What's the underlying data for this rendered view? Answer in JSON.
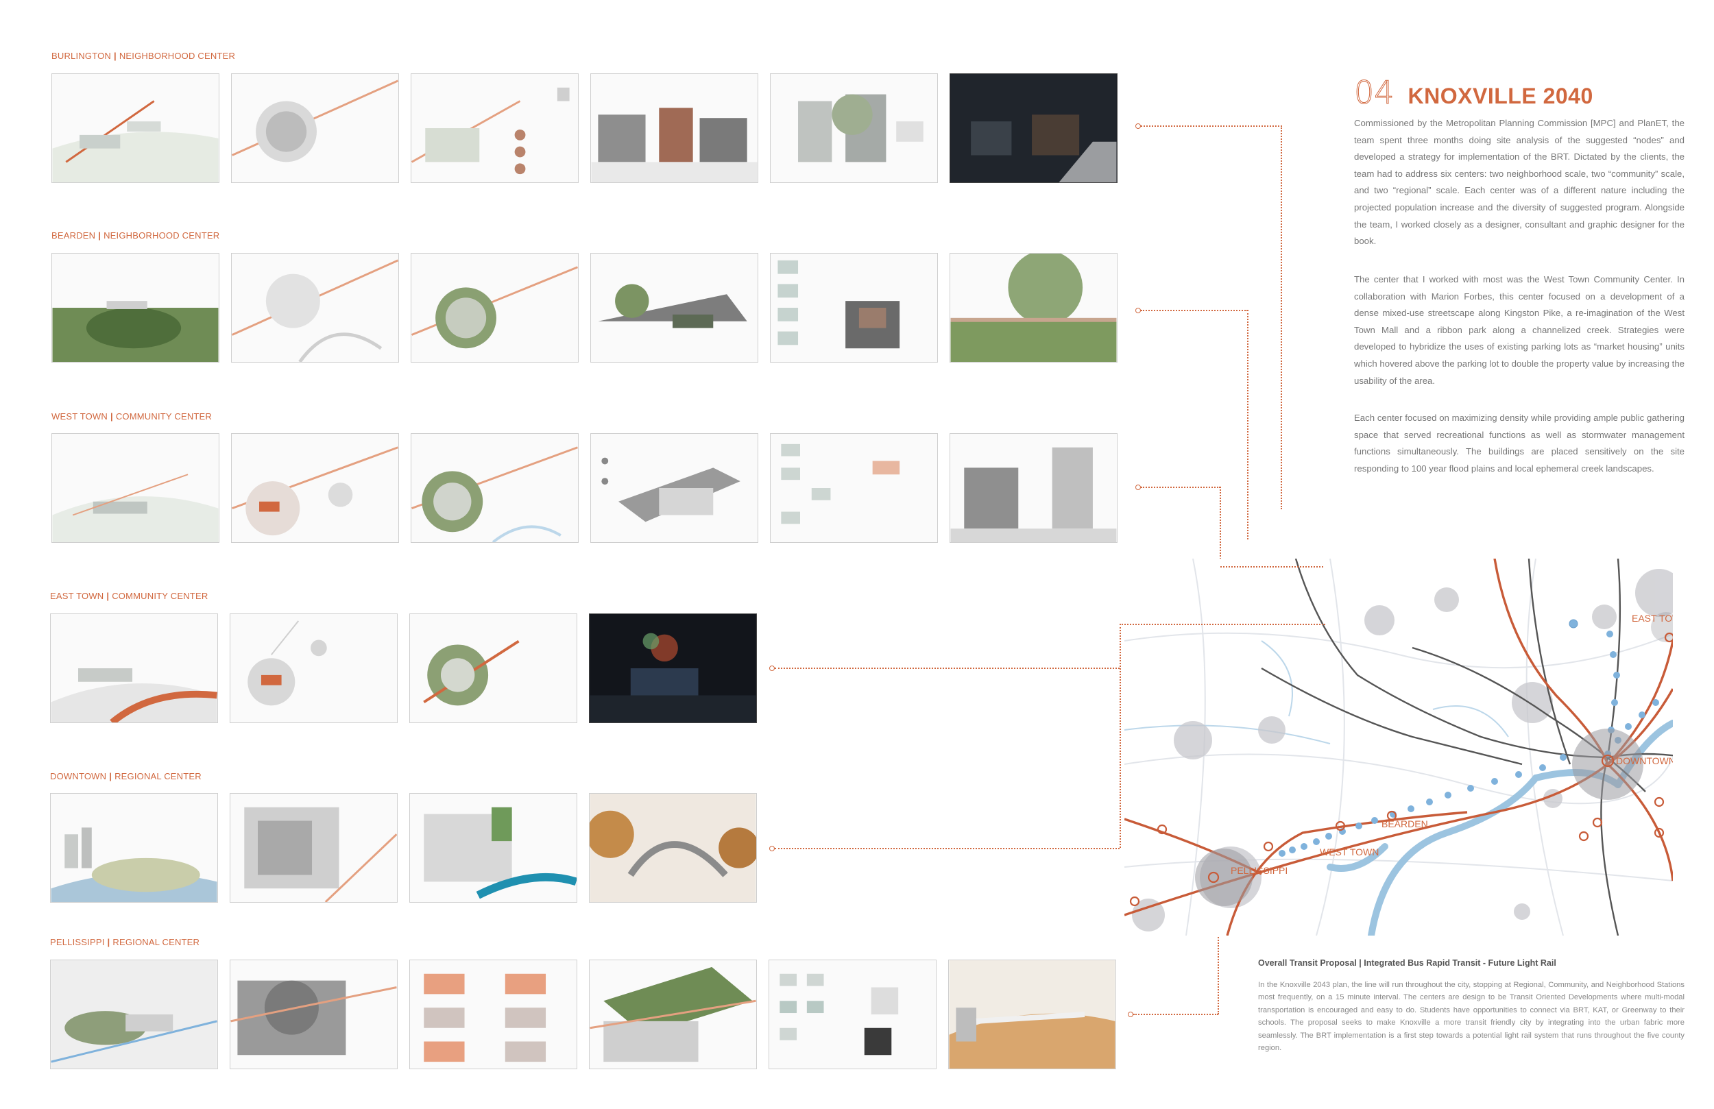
{
  "rows": [
    {
      "name": "BURLINGTON",
      "sep": "|",
      "center": "NEIGHBORHOOD CENTER"
    },
    {
      "name": "BEARDEN",
      "sep": "|",
      "center": "NEIGHBORHOOD CENTER"
    },
    {
      "name": "WEST TOWN",
      "sep": "|",
      "center": "COMMUNITY CENTER"
    },
    {
      "name": "EAST TOWN",
      "sep": "|",
      "center": "COMMUNITY CENTER"
    },
    {
      "name": "DOWNTOWN",
      "sep": "|",
      "center": "REGIONAL CENTER"
    },
    {
      "name": "PELLISSIPPI",
      "sep": "|",
      "center": "REGIONAL CENTER"
    }
  ],
  "title": {
    "number": "04",
    "text": "KNOXVILLE 2040"
  },
  "paragraphs": [
    "Commissioned by the Metropolitan Planning Commission [MPC] and PlanET, the team spent three months doing site analysis of the suggested “nodes” and developed a strategy for implementation of the BRT. Dictated by the clients, the team had to address six centers: two neighborhood scale, two “community” scale, and two “regional” scale. Each center was of a different nature including the projected population increase and the diversity of suggested program. Alongside the team, I worked closely as a designer, consultant and graphic designer for the book.",
    "The center that I worked with most was the West Town Community Center. In collaboration with Marion Forbes, this center focused on a development of a dense mixed-use streetscape along Kingston Pike, a re-imagination of the West Town Mall and a ribbon park along a channelized creek. Strategies were developed to hybridize the uses of existing parking lots as “market housing” units which hovered above the parking lot to double the property value by increasing the usability of the area.",
    "Each center focused on maximizing density while providing ample public gathering space that served recreational functions as well as stormwater management functions simultaneously. The buildings are placed sensitively on the site responding to 100 year flood plains and local ephemeral creek landscapes."
  ],
  "map_labels": {
    "east_town": "EAST TOWN",
    "downtown": "DOWNTOWN",
    "bearden": "BEARDEN",
    "west_town": "WEST TOWN",
    "pellissippi": "PELLISSIPPI"
  },
  "caption": {
    "title": "Overall Transit Proposal | Integrated Bus Rapid Transit - Future Light Rail",
    "body": "In the Knoxville 2043 plan, the   line will run throughout the city, stopping at Regional, Community, and Neighborhood Stations most frequently, on a 15 minute interval. The centers are design to be Transit Oriented Developments where multi-modal transportation is encouraged and easy to do. Students have opportunities to connect via BRT, KAT, or Greenway to their schools. The proposal seeks to make Knoxville a more transit friendly city by integrating into the urban fabric more seamlessly. The BRT implementation is a first step towards a potential light rail system that runs throughout the five county region."
  },
  "colors": {
    "accent": "#d1683f",
    "text": "#777777",
    "river": "#9cc4e0",
    "station": "#7fb2dc"
  }
}
